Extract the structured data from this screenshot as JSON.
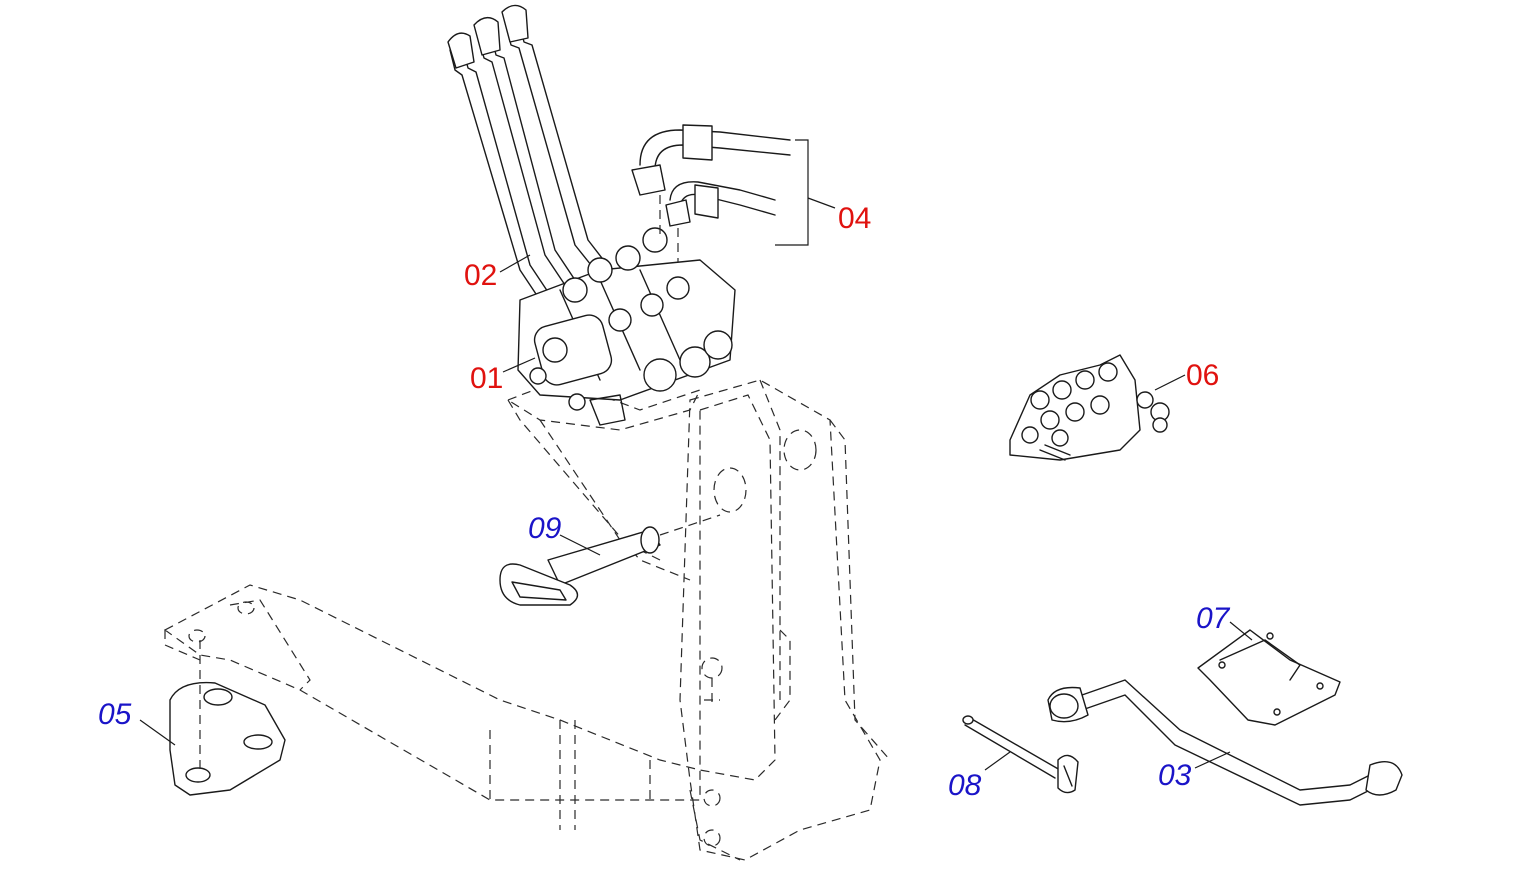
{
  "callouts": {
    "p01": {
      "label": "01",
      "color": "#e0120f"
    },
    "p02": {
      "label": "02",
      "color": "#e0120f"
    },
    "p03": {
      "label": "03",
      "color": "#1a14c8"
    },
    "p04": {
      "label": "04",
      "color": "#e0120f"
    },
    "p05": {
      "label": "05",
      "color": "#1a14c8"
    },
    "p06": {
      "label": "06",
      "color": "#e0120f"
    },
    "p07": {
      "label": "07",
      "color": "#1a14c8"
    },
    "p08": {
      "label": "08",
      "color": "#1a14c8"
    },
    "p09": {
      "label": "09",
      "color": "#1a14c8"
    }
  }
}
